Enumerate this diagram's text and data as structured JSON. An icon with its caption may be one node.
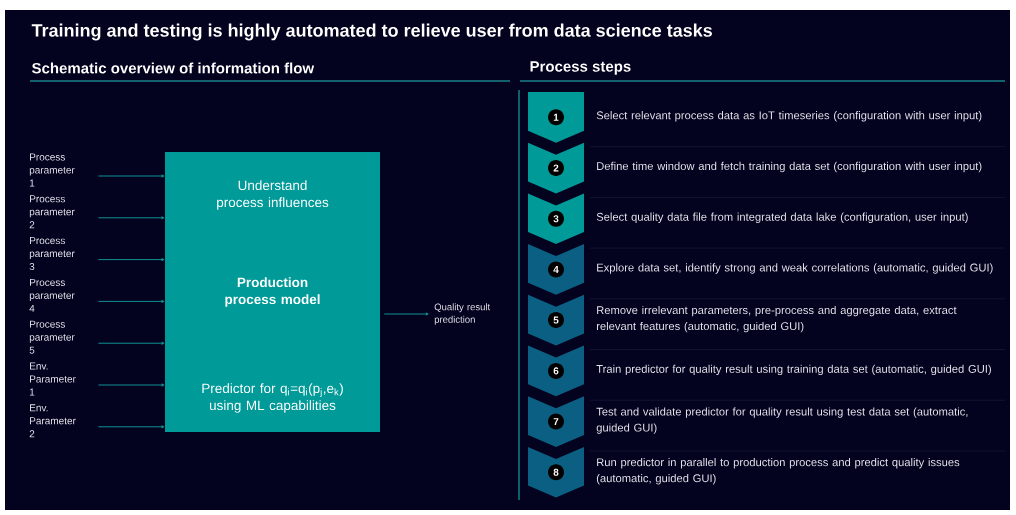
{
  "diagram": {
    "title": "Training and testing is highly automated to relieve user from data science tasks",
    "nodes": [
      {
        "text": [
          "Understand process influences",
          "Production process model",
          "Predictor for q$_{i}$=q$_{i}$(p$_{j}$,e$_{k}$) using ML capabilities"
        ]
      },
      {
        "text": [
          "Process parameter 1"
        ]
      },
      {
        "text": [
          "Process parameter 2"
        ]
      },
      {
        "text": [
          "Process parameter 3"
        ]
      },
      {
        "text": [
          "Process parameter 4"
        ]
      },
      {
        "text": [
          "Process parameter 5"
        ]
      },
      {
        "text": [
          "Env. Parameter 1"
        ]
      },
      {
        "text": [
          "Env. Parameter 2"
        ]
      },
      {
        "text": [
          "Quality result prediction"
        ]
      },
      {
        "text": [
          "1"
        ],
        "beside": [
          "Select relevant process data as IoT timeseries (configuration with user input)"
        ]
      },
      {
        "text": [
          "2"
        ],
        "beside": [
          "Define time window and fetch training data set (configuration with user input)"
        ]
      },
      {
        "text": [
          "3"
        ],
        "beside": [
          "Select quality data file from integrated data lake (configuration, user input)"
        ]
      },
      {
        "text": [
          "4"
        ],
        "beside": [
          "Explore data set, identify strong and weak correlations (automatic, guided GUI)"
        ]
      },
      {
        "text": [
          "5"
        ],
        "beside": [
          "Remove irrelevant parameters, pre-process and aggregate data, extract relevant features (automatic, guided GUI)"
        ]
      },
      {
        "text": [
          "6"
        ],
        "beside": [
          "Train predictor for quality result using training data set (automatic, guided GUI)"
        ]
      },
      {
        "text": [
          "7"
        ],
        "beside": [
          "Test and validate predictor for quality result using test data set (automatic, guided GUI)"
        ]
      },
      {
        "text": [
          "8"
        ],
        "beside": [
          "Run predictor in parallel to production process and predict quality issues (automatic, guided GUI)"
        ]
      }
    ],
    "edges": [
      {
        "from": 1,
        "to": 0,
        "arrow": "to"
      },
      {
        "from": 2,
        "to": 0,
        "arrow": "to"
      },
      {
        "from": 3,
        "to": 0,
        "arrow": "to"
      },
      {
        "from": 4,
        "to": 0,
        "arrow": "to"
      },
      {
        "from": 5,
        "to": 0,
        "arrow": "to"
      },
      {
        "from": 6,
        "to": 0,
        "arrow": "to"
      },
      {
        "from": 7,
        "to": 0,
        "arrow": "to"
      },
      {
        "from": 0,
        "to": 8,
        "arrow": "to"
      }
    ],
    "labels": [
      "Schematic overview of information flow",
      "Process steps"
    ]
  }
}
